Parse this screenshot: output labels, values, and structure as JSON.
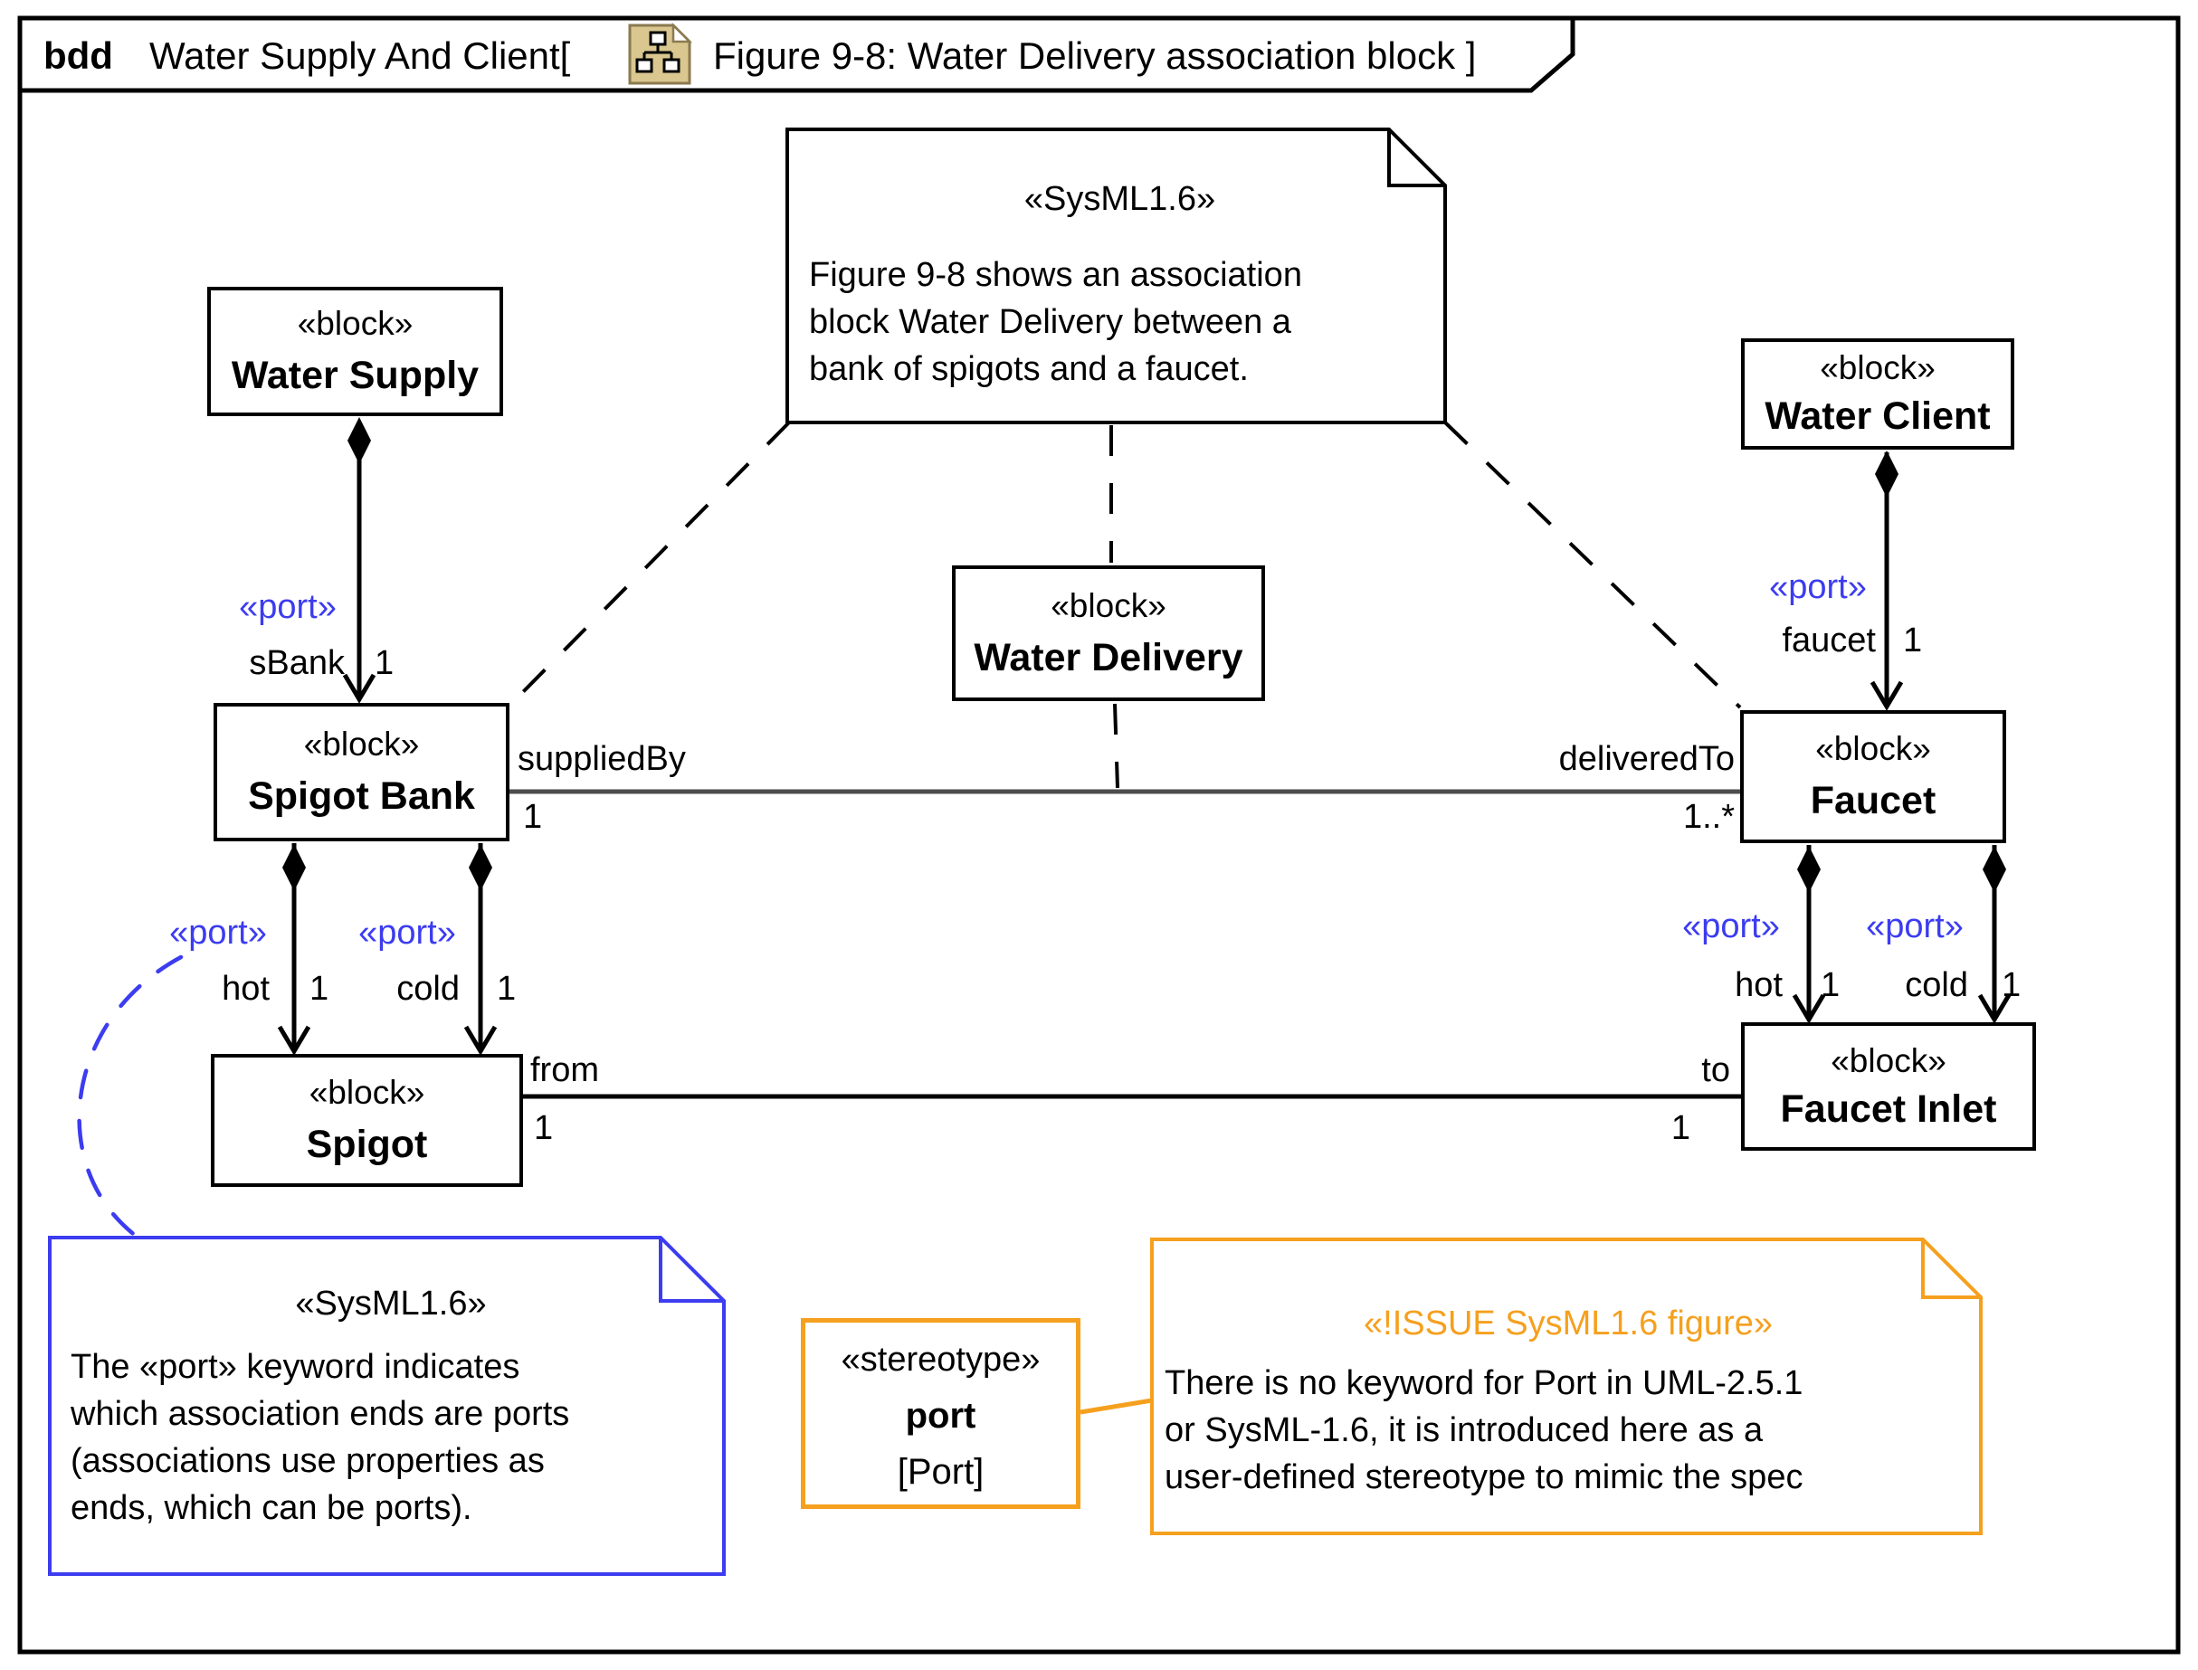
{
  "colors": {
    "port_blue": "#3C3CF0",
    "issue_orange": "#F5A01E",
    "assoc_gray": "#4D4D4D",
    "icon_tan": "#D9C78F",
    "icon_border": "#8A7A4F"
  },
  "frame": {
    "kind": "bdd",
    "title": "Water Supply And Client[",
    "figure": "Figure 9-8: Water Delivery association block ]",
    "icon": "diagram-document-icon"
  },
  "blocks": {
    "water_supply": {
      "stereotype": "«block»",
      "name": "Water Supply"
    },
    "water_client": {
      "stereotype": "«block»",
      "name": "Water Client"
    },
    "water_delivery": {
      "stereotype": "«block»",
      "name": "Water Delivery"
    },
    "spigot_bank": {
      "stereotype": "«block»",
      "name": "Spigot Bank"
    },
    "faucet": {
      "stereotype": "«block»",
      "name": "Faucet"
    },
    "spigot": {
      "stereotype": "«block»",
      "name": "Spigot"
    },
    "faucet_inlet": {
      "stereotype": "«block»",
      "name": "Faucet Inlet"
    }
  },
  "edges": {
    "sbank_port": "«port»",
    "sbank_name": "sBank",
    "sbank_mult": "1",
    "faucet_port": "«port»",
    "faucet_name": "faucet",
    "faucet_mult": "1",
    "suppliedby_role": "suppliedBy",
    "suppliedby_mult": "1",
    "deliveredto_role": "deliveredTo",
    "deliveredto_mult": "1..*",
    "hot_left_port": "«port»",
    "hot_left_name": "hot",
    "hot_left_mult": "1",
    "cold_left_port": "«port»",
    "cold_left_name": "cold",
    "cold_left_mult": "1",
    "hot_right_port": "«port»",
    "hot_right_name": "hot",
    "hot_right_mult": "1",
    "cold_right_port": "«port»",
    "cold_right_name": "cold",
    "cold_right_mult": "1",
    "from_role": "from",
    "from_mult": "1",
    "to_role": "to",
    "to_mult": "1"
  },
  "notes": {
    "spec": {
      "tag": "«SysML1.6»",
      "line1": "Figure 9-8 shows an association",
      "line2": "block Water Delivery between a",
      "line3": "bank of spigots and a faucet."
    },
    "port": {
      "tag": "«SysML1.6»",
      "line1": "The «port» keyword indicates",
      "line2": "which association ends are ports",
      "line3": "(associations use properties as",
      "line4": "ends, which can be ports)."
    },
    "issue": {
      "tag": "«!ISSUE SysML1.6 figure»",
      "line1": "There is no keyword for Port in UML-2.5.1",
      "line2": "or SysML-1.6, it is introduced here as a",
      "line3": "user-defined stereotype to mimic the spec"
    },
    "stereotype": {
      "tag": "«stereotype»",
      "name": "port",
      "meta": "[Port]"
    }
  }
}
